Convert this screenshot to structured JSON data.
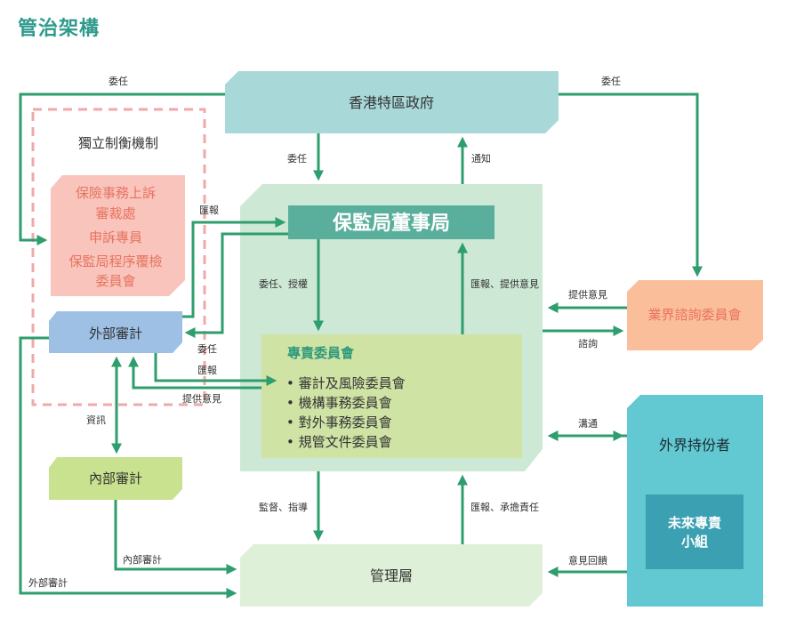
{
  "page_title": "管治架構",
  "colors": {
    "title": "#2f9a8c",
    "arrow": "#2e9e6e",
    "government": "#a8d8d8",
    "board_area": "#cde8d4",
    "board_header": "#5aaf9c",
    "committees": "#cfe3a4",
    "management": "#dff0d8",
    "independent_border": "#f0a8a8",
    "independent_items": "#f8c4bc",
    "external_audit": "#9dc0e4",
    "internal_audit": "#c9e28f",
    "industry_committee": "#fbbe9a",
    "stakeholders": "#62c8d2",
    "future_group": "#3aa0b2"
  },
  "nodes": {
    "government": "香港特區政府",
    "board": "保監局董事局",
    "committees_title": "專責委員會",
    "committees": [
      "• 審計及風險委員會",
      "• 機構事務委員會",
      "• 對外事務委員會",
      "• 規管文件委員會"
    ],
    "management": "管理層",
    "independent_title": "獨立制衡機制",
    "independent_items": [
      "保險事務上訴",
      "審裁處",
      "申訴專員",
      "保監局程序覆檢",
      "委員會"
    ],
    "external_audit": "外部審計",
    "internal_audit": "內部審計",
    "industry_committee": "業界諮詢委員會",
    "stakeholders": "外界持份者",
    "future_group": [
      "未來專責",
      "小組"
    ]
  },
  "arrow_labels": {
    "gov_appoint_left": "委任",
    "gov_appoint_right": "委任",
    "gov_to_board": "委任",
    "board_notify_gov": "通知",
    "board_report_to_ext": "匯報",
    "board_to_committees": "委任、授權",
    "committees_to_board": "匯報、提供意見",
    "industry_advice": "提供意見",
    "board_consult_industry": "諮詢",
    "ext_appoint": "委任",
    "ext_report": "匯報",
    "ext_advice": "提供意見",
    "ext_internal_info": "資訊",
    "stakeholder_comm": "溝通",
    "board_to_mgmt": "監督、指導",
    "mgmt_to_board": "匯報、承擔責任",
    "internal_audit_mgmt": "內部審計",
    "external_audit_mgmt": "外部審計",
    "stakeholder_feedback": "意見回饋"
  }
}
